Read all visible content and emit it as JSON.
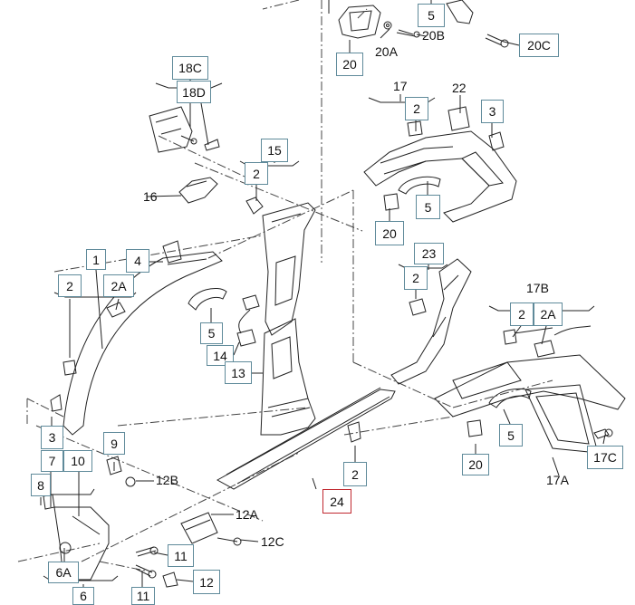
{
  "callouts": {
    "c24": "24",
    "c20_top": "20",
    "c5_top": "5",
    "c20c": "20C",
    "c18c": "18C",
    "c18d": "18D",
    "c15": "15",
    "c2_15": "2",
    "c2_17": "2",
    "c3_right": "3",
    "c5_17": "5",
    "c20_17": "20",
    "c23": "23",
    "c2_23": "2",
    "c2_17b": "2",
    "c2a_17b": "2A",
    "c5_bot": "5",
    "c20_bot": "20",
    "c17c": "17C",
    "c4": "4",
    "c1": "1",
    "c2_left": "2",
    "c2a_left": "2A",
    "c5_mid": "5",
    "c14": "14",
    "c13": "13",
    "c3_left": "3",
    "c9": "9",
    "c7": "7",
    "c10": "10",
    "c8": "8",
    "c11_a": "11",
    "c12": "12",
    "c6a": "6A",
    "c6": "6",
    "c11_b": "11",
    "c2_bot": "2"
  },
  "labels": {
    "l20a": "20A",
    "l20b": "20B",
    "l22": "22",
    "l17": "17",
    "l16": "16",
    "l17b": "17B",
    "l17a": "17A",
    "l12b": "12B",
    "l12a": "12A",
    "l12c": "12C"
  }
}
